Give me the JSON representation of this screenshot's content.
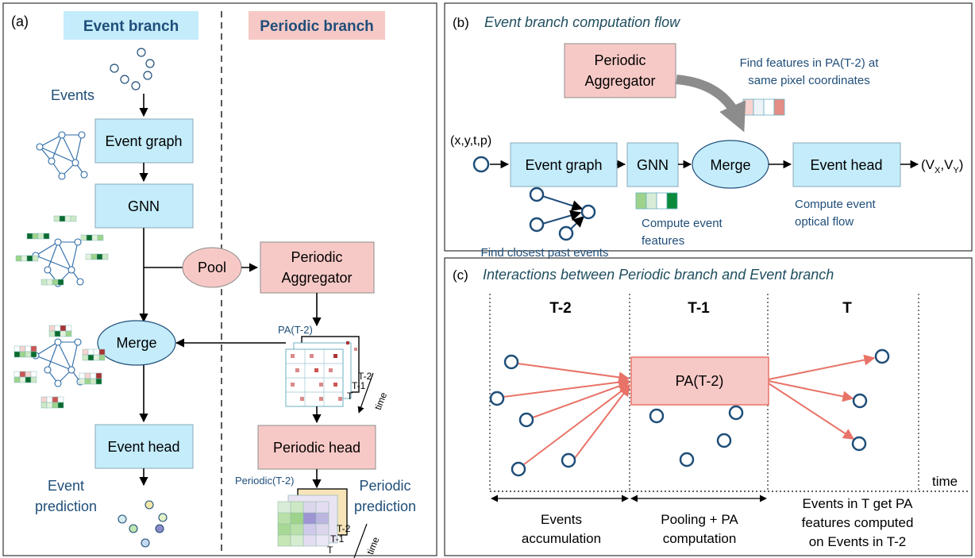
{
  "panel_a": {
    "tag": "(a)",
    "event_branch_title": "Event branch",
    "periodic_branch_title": "Periodic branch",
    "events_label": "Events",
    "event_graph": "Event graph",
    "gnn": "GNN",
    "pool": "Pool",
    "periodic_aggregator_line1": "Periodic",
    "periodic_aggregator_line2": "Aggregator",
    "merge": "Merge",
    "pa_label": "PA(T-2)",
    "event_head": "Event head",
    "periodic_head": "Periodic head",
    "periodic_t2_label": "Periodic(T-2)",
    "event_prediction_line1": "Event",
    "event_prediction_line2": "prediction",
    "periodic_prediction_line1": "Periodic",
    "periodic_prediction_line2": "prediction",
    "stack_labels": [
      "T-2",
      "T-1",
      "T"
    ],
    "time_label": "time"
  },
  "panel_b": {
    "tag": "(b)",
    "title": "Event branch computation flow",
    "periodic_aggregator_line1": "Periodic",
    "periodic_aggregator_line2": "Aggregator",
    "find_features_line1": "Find features in PA(T-2) at",
    "find_features_line2": "same pixel coordinates",
    "input_label": "(x,y,t,p)",
    "event_graph": "Event graph",
    "gnn": "GNN",
    "merge": "Merge",
    "event_head": "Event head",
    "output_main": "(V",
    "output_sub_x": "X",
    "output_sep": ",V",
    "output_sub_y": "Y",
    "output_close": ")",
    "find_closest": "Find closest past events",
    "compute_features_line1": "Compute event",
    "compute_features_line2": "features",
    "compute_flow_line1": "Compute event",
    "compute_flow_line2": "optical flow"
  },
  "panel_c": {
    "tag": "(c)",
    "title": "Interactions between Periodic branch and Event branch",
    "col_t2": "T-2",
    "col_t1": "T-1",
    "col_t": "T",
    "pa_box": "PA(T-2)",
    "time_label": "time",
    "acc_line1": "Events",
    "acc_line2": "accumulation",
    "pool_line1": "Pooling + PA",
    "pool_line2": "computation",
    "events_t_line1": "Events in T get PA",
    "events_t_line2": "features computed",
    "events_t_line3": "on Events in T-2"
  },
  "colors": {
    "blue_box": "#c4ecfb",
    "red_box": "#f7c9c6",
    "node": "#1f4e79",
    "arrow_red": "#e87368",
    "title_teal": "#1f4e5f"
  }
}
